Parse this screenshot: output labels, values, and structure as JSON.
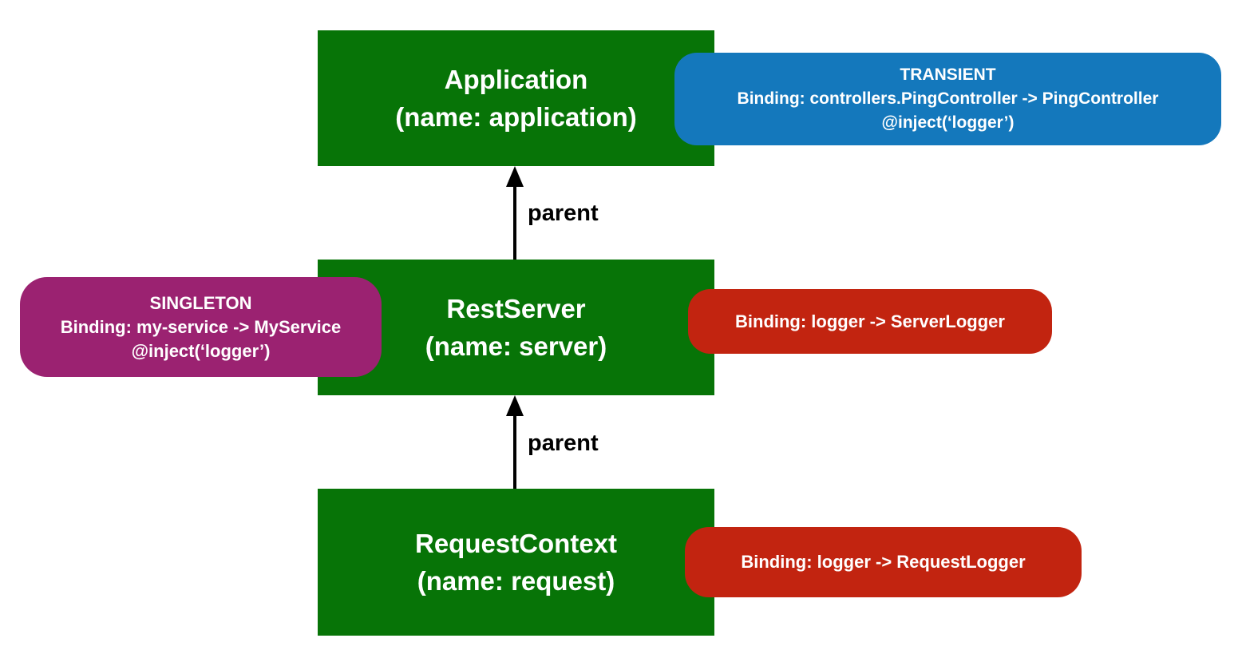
{
  "diagram": {
    "title": "context-hierarchy",
    "colors": {
      "context_box": "#077407",
      "transient_badge": "#1478BC",
      "singleton_badge": "#9B2271",
      "binding_badge": "#C22410",
      "arrow": "#000000",
      "box_text": "#ffffff",
      "background": "#ffffff"
    },
    "contexts": [
      {
        "id": "application",
        "title": "Application",
        "subtitle": "(name: application)"
      },
      {
        "id": "server",
        "title": "RestServer",
        "subtitle": "(name: server)"
      },
      {
        "id": "request",
        "title": "RequestContext",
        "subtitle": "(name: request)"
      }
    ],
    "badges": [
      {
        "id": "transient",
        "color": "#1478BC",
        "lines": [
          "TRANSIENT",
          "Binding: controllers.PingController -> PingController",
          "@inject(‘logger’)"
        ]
      },
      {
        "id": "singleton",
        "color": "#9B2271",
        "lines": [
          "SINGLETON",
          "Binding: my-service -> MyService",
          "@inject(‘logger’)"
        ]
      },
      {
        "id": "server-binding",
        "color": "#C22410",
        "lines": [
          "Binding: logger -> ServerLogger"
        ]
      },
      {
        "id": "request-binding",
        "color": "#C22410",
        "lines": [
          "Binding: logger -> RequestLogger"
        ]
      }
    ],
    "arrows": [
      {
        "id": "request-to-server-parent",
        "label": "parent"
      },
      {
        "id": "server-to-application-parent",
        "label": "parent"
      }
    ]
  }
}
